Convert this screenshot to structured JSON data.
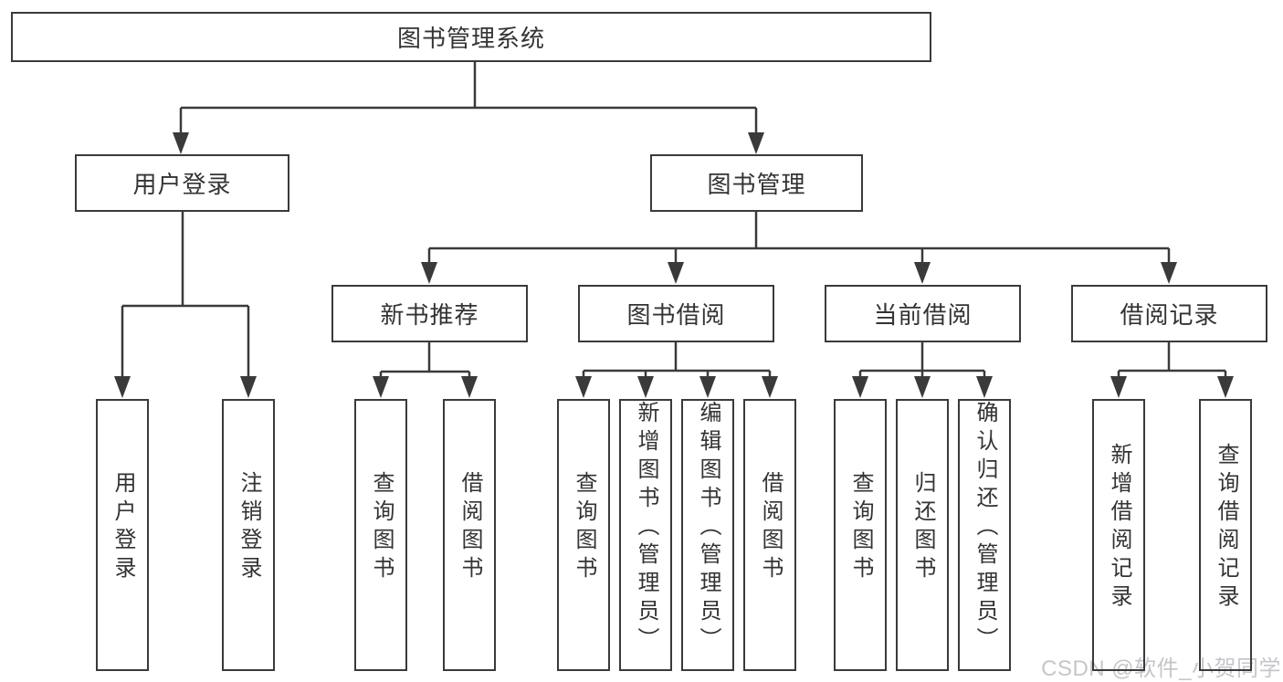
{
  "tree": {
    "label": "图书管理系统",
    "children": [
      {
        "label": "用户登录",
        "children": [
          {
            "label": "用户登录"
          },
          {
            "label": "注销登录"
          }
        ]
      },
      {
        "label": "图书管理",
        "children": [
          {
            "label": "新书推荐",
            "children": [
              {
                "label": "查询图书"
              },
              {
                "label": "借阅图书"
              }
            ]
          },
          {
            "label": "图书借阅",
            "children": [
              {
                "label": "查询图书"
              },
              {
                "label": "新增图书（管理员）"
              },
              {
                "label": "编辑图书（管理员）"
              },
              {
                "label": "借阅图书"
              }
            ]
          },
          {
            "label": "当前借阅",
            "children": [
              {
                "label": "查询图书"
              },
              {
                "label": "归还图书"
              },
              {
                "label": "确认归还（管理员）"
              }
            ]
          },
          {
            "label": "借阅记录",
            "children": [
              {
                "label": "新增借阅记录"
              },
              {
                "label": "查询借阅记录"
              }
            ]
          }
        ]
      }
    ]
  },
  "watermark": {
    "text": "CSDN @软件_小贺同学"
  },
  "colors": {
    "line": "#3a3a3a",
    "box_border": "#3a3a3a",
    "text": "#333333",
    "watermark": "#c5c6ca",
    "background": "#ffffff"
  }
}
